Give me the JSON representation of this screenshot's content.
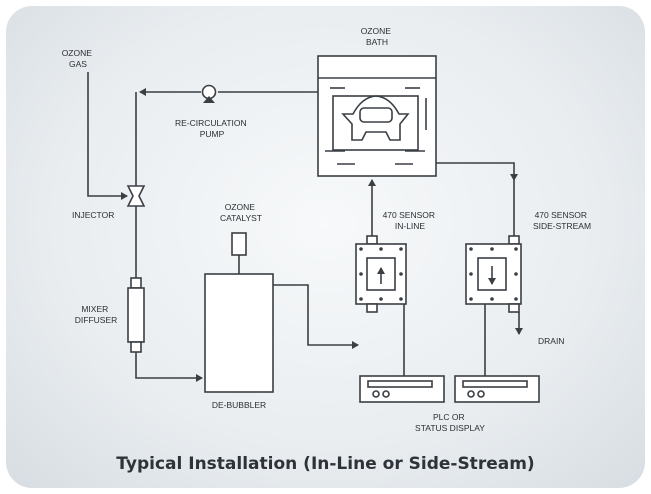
{
  "title": "Typical Installation  (In-Line or Side-Stream)",
  "labels": {
    "ozone_bath": [
      "OZONE",
      "BATH"
    ],
    "ozone_gas": [
      "OZONE",
      "GAS"
    ],
    "recirc_pump": [
      "RE-CIRCULATION",
      "PUMP"
    ],
    "injector": "INJECTOR",
    "ozone_catalyst": [
      "OZONE",
      "CATALYST"
    ],
    "sensor_inline": [
      "470 SENSOR",
      "IN-LINE"
    ],
    "sensor_sidestream": [
      "470 SENSOR",
      "SIDE-STREAM"
    ],
    "mixer_diffuser": [
      "MIXER",
      "DIFFUSER"
    ],
    "drain": "DRAIN",
    "debubbler": "DE-BUBBLER",
    "plc_display": [
      "PLC OR",
      "STATUS DISPLAY"
    ]
  },
  "colors": {
    "line": "#3a3f44",
    "background": "#e9edf0",
    "caption": "#2d3338"
  }
}
